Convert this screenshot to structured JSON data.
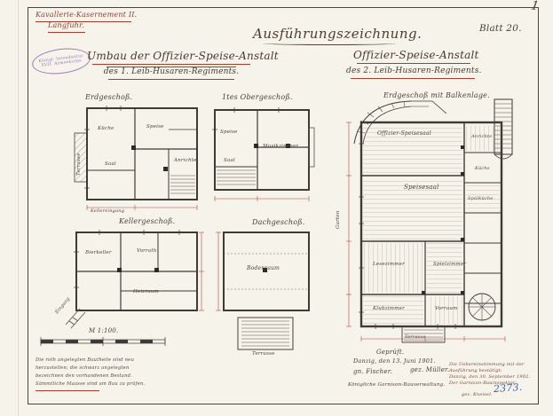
{
  "meta": {
    "sheet_label": "Blatt 20.",
    "corner_mark": "1",
    "archive_number": "2373."
  },
  "header": {
    "site_line1": "Kavallerie-Kasernement II.",
    "site_line2": "Langfuhr.",
    "main_title": "Ausführungszeichnung.",
    "left_title": "Umbau der Offizier-Speise-Anstalt",
    "left_subtitle": "des 1. Leib-Husaren-Regiments.",
    "right_title": "Offizier-Speise-Anstalt",
    "right_subtitle": "des 2. Leib-Husaren-Regiments."
  },
  "stamp": {
    "line1": "Königl. Intendantur",
    "line2": "XVII. Armeekorps"
  },
  "plans": {
    "erdgeschoss": {
      "title": "Erdgeschoß.",
      "rooms": {
        "terrasse": "Terrasse",
        "kueche": "Küche",
        "speise": "Speise",
        "saal": "Saal",
        "anrichte": "Anrichte",
        "kellereingang": "Kellereingang"
      }
    },
    "obergeschoss": {
      "title": "1tes Obergeschoß.",
      "rooms": {
        "speise": "Speise",
        "musikzimmer": "Musikzimmer",
        "saal": "Saal"
      }
    },
    "kellergeschoss": {
      "title": "Kellergeschoß.",
      "rooms": {
        "bierkeller": "Bierkeller",
        "vorrat": "Vorrath",
        "heizraum": "Heizraum",
        "eingang": "Eingang"
      }
    },
    "dachgeschoss": {
      "title": "Dachgeschoß.",
      "rooms": {
        "bodenraum": "Bodenraum",
        "terrasse": "Terrasse"
      }
    },
    "hauptplan": {
      "title": "Erdgeschoß mit Balkenlage.",
      "rooms": {
        "offizier_speisesaal": "Offizier-Speisesaal",
        "speisesaal": "Speisesaal",
        "anrichte": "Anrichte",
        "kueche": "Küche",
        "spuelkueche": "Spülküche",
        "lesezimmer": "Lesezimmer",
        "spielzimmer": "Spielzimmer",
        "klubzimmer": "Klubzimmer",
        "vorraum": "Vorraum",
        "terrasse": "Terrasse",
        "garten": "Garten"
      }
    }
  },
  "scale_bar": {
    "label": "M 1:100."
  },
  "notes": {
    "line1": "Die roth angelegten Bautheile sind neu",
    "line2": "herzustellen; die schwarz angelegten",
    "line3": "bezeichnen den vorhandenen Bestand.",
    "line4": "Sämmtliche Maasse sind am Bau zu prüfen."
  },
  "approval": {
    "checked": "Geprüft.",
    "place_date": "Danzig, den 13. Juni 1901.",
    "sig_left": "gn. Fischer.",
    "sig_right": "gez. Müller.",
    "org": "Königliche Garnison-Bauverwaltung."
  },
  "certification": {
    "line1": "Die Uebereinstimmung mit der",
    "line2": "Ausführung bestätigt:",
    "line3": "Danzig, den 30. September 1902.",
    "line4": "Der Garnison-Bauinspektor.",
    "line5": "gez. Kneisel."
  }
}
